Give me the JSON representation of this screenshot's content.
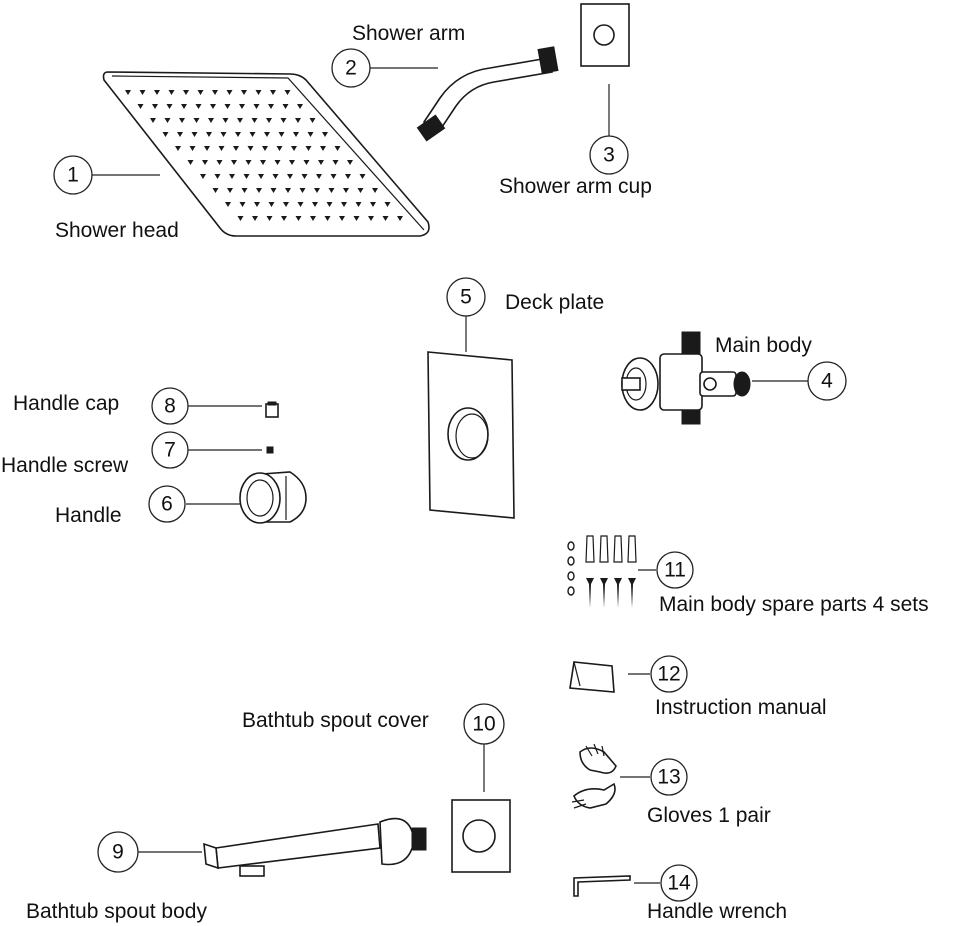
{
  "diagram": {
    "parts": [
      {
        "number": "1",
        "label": "Shower head"
      },
      {
        "number": "2",
        "label": "Shower arm"
      },
      {
        "number": "3",
        "label": "Shower arm cup"
      },
      {
        "number": "4",
        "label": "Main body"
      },
      {
        "number": "5",
        "label": "Deck plate"
      },
      {
        "number": "6",
        "label": "Handle"
      },
      {
        "number": "7",
        "label": "Handle screw"
      },
      {
        "number": "8",
        "label": "Handle cap"
      },
      {
        "number": "9",
        "label": "Bathtub spout body"
      },
      {
        "number": "10",
        "label": "Bathtub spout cover"
      },
      {
        "number": "11",
        "label": "Main body spare parts 4 sets"
      },
      {
        "number": "12",
        "label": "Instruction manual"
      },
      {
        "number": "13",
        "label": "Gloves 1 pair"
      },
      {
        "number": "14",
        "label": "Handle wrench"
      }
    ]
  }
}
